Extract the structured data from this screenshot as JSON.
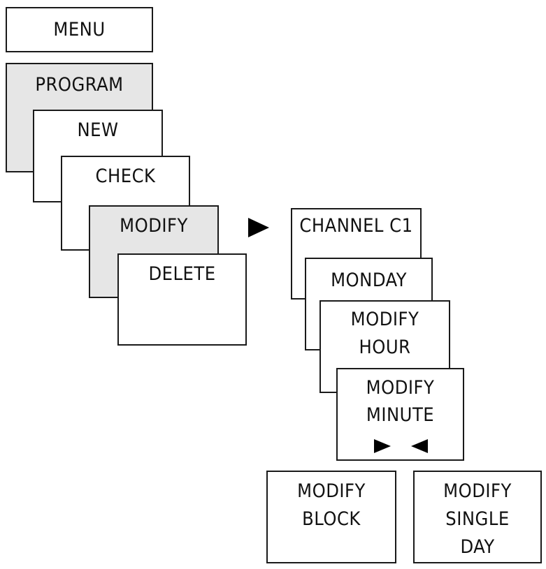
{
  "menu": {
    "label": "MENU"
  },
  "program_stack": {
    "program": "PROGRAM",
    "new": "NEW",
    "check": "CHECK",
    "modify": "MODIFY",
    "delete": "DELETE"
  },
  "modify_stack": {
    "channel": "CHANNEL C1",
    "day": "MONDAY",
    "modify_hour": [
      "MODIFY",
      "HOUR"
    ],
    "modify_minute": [
      "MODIFY",
      "MINUTE"
    ]
  },
  "outputs": {
    "block": [
      "MODIFY",
      "BLOCK"
    ],
    "single_day": [
      "MODIFY",
      "SINGLE",
      "DAY"
    ]
  }
}
